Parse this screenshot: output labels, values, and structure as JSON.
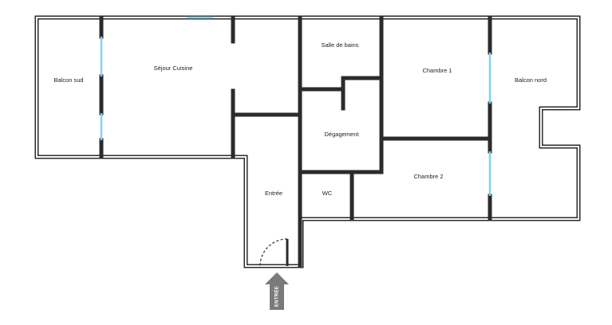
{
  "rooms": {
    "balcon_sud": "Balcon sud",
    "sejour_cuisine": "Séjour Cuisine",
    "salle_de_bains": "Salle de bains",
    "chambre_1": "Chambre 1",
    "balcon_nord": "Balcon nord",
    "degagement": "Dégagement",
    "chambre_2": "Chambre 2",
    "entree": "Entrée",
    "wc": "WC"
  },
  "entry_marker": {
    "label": "ENTRÉE",
    "color": "#7a7a7a"
  },
  "colors": {
    "wall": "#2b2b2b",
    "window": "#7fd3ef",
    "background": "#ffffff"
  }
}
